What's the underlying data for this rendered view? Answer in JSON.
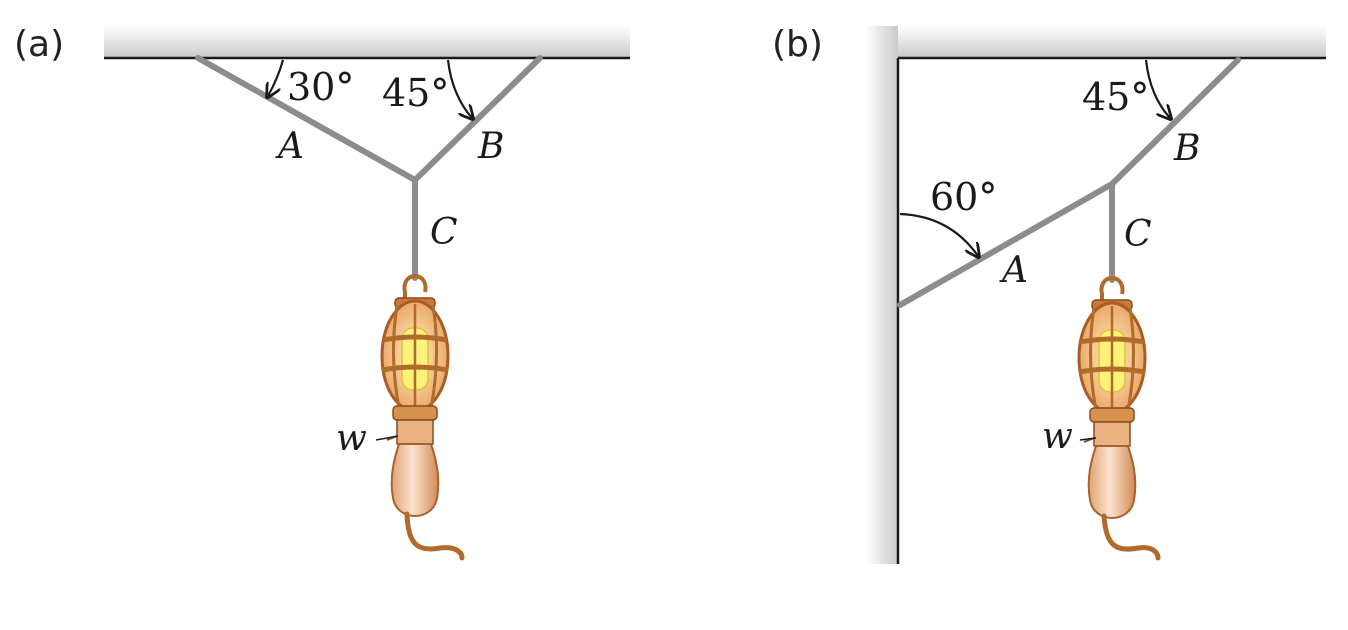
{
  "figures": [
    {
      "panel_label": "(a)",
      "angles": [
        "30°",
        "45°"
      ],
      "ropes": [
        "A",
        "B",
        "C"
      ],
      "weight": "w"
    },
    {
      "panel_label": "(b)",
      "angles": [
        "45°",
        "60°"
      ],
      "ropes": [
        "A",
        "B",
        "C"
      ],
      "weight": "w"
    }
  ],
  "colors": {
    "rope": "#8c8c8c",
    "lamp_cage": "#b96a2c",
    "lamp_glass": "#f3c08c",
    "bulb": "#fff27a",
    "ceiling_shade": "#d9d9d9"
  }
}
